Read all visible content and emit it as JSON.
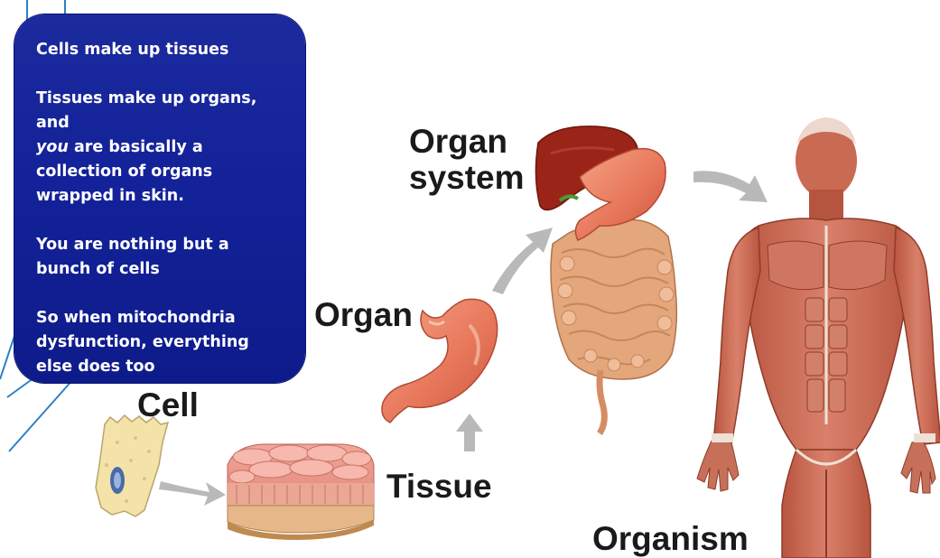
{
  "callout": {
    "line1": "Cells make up tissues",
    "line2_pre": "Tissues make up organs, and",
    "line2_em": "you",
    "line2_post": "are basically a collection of organs wrapped in skin.",
    "line3": "You are nothing but a bunch of cells",
    "line4": "So when mitochondria dysfunction, everything else does too"
  },
  "labels": {
    "cell": "Cell",
    "tissue": "Tissue",
    "organ": "Organ",
    "organ_system_1": "Organ",
    "organ_system_2": "system",
    "organism": "Organism"
  },
  "colors": {
    "callout_bg": "#14229a",
    "arrow_gray": "#b9b9b9",
    "muscle": "#c86a55",
    "stomach": "#e8785c",
    "liver": "#9a2418",
    "intestine": "#e3a77b",
    "frame_line": "#2d7fc6"
  }
}
